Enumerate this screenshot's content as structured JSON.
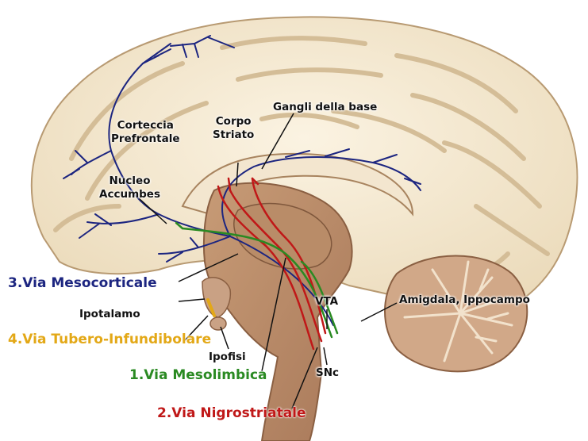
{
  "labels": {
    "corteccia": "Corteccia\nPrefrontale",
    "corpo": "Corpo\nStriato",
    "gangli": "Gangli della base",
    "nucleo": "Nucleo\nAccumbes",
    "ipotalamo": "Ipotalamo",
    "ipofisi": "Ipofisi",
    "vta": "VTA",
    "snc": "SNc",
    "amigdala": "Amigdala, Ippocampo"
  },
  "pathways": {
    "mesocorticale": {
      "label": "3.Via Mesocorticale",
      "color": "#1c2580"
    },
    "tubero": {
      "label": "4.Via Tubero-Infundibolare",
      "color": "#e3a817"
    },
    "mesolimbica": {
      "label": "1.Via Mesolimbica",
      "color": "#2a8a22"
    },
    "nigrostriatale": {
      "label": "2.Via Nigrostriatale",
      "color": "#c01818"
    }
  }
}
